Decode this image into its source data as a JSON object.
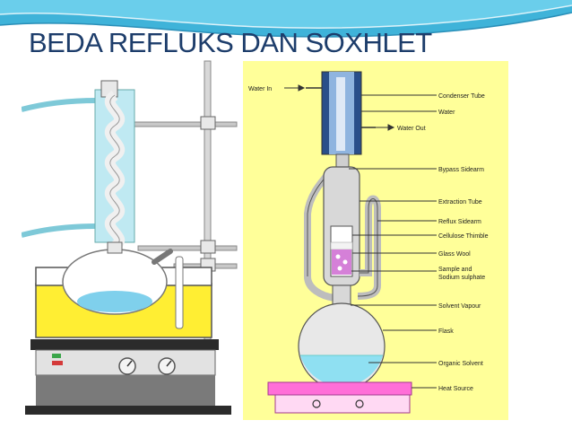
{
  "slide": {
    "title": "BEDA REFLUKS DAN SOXHLET",
    "colors": {
      "accent": "#1d3d6b",
      "header_wave": "#3fb3d9",
      "right_panel": "#ffff99",
      "oil_bath": "#ffee33"
    }
  },
  "reflux_figure": {
    "icons": [
      "condenser-icon",
      "round-flask-icon",
      "thermometer-icon",
      "clamp-stand-icon",
      "hot-plate-icon",
      "dial-knob-icon"
    ]
  },
  "soxhlet_figure": {
    "labels": {
      "water_in": "Water In",
      "water_out": "Water Out",
      "condenser_tube": "Condenser Tube",
      "water": "Water",
      "bypass_sidearm": "Bypass Sidearm",
      "extraction_tube": "Extraction Tube",
      "reflux_sidearm": "Reflux Sidearm",
      "cellulose_thimble": "Cellulose Thimble",
      "glass_wool": "Glass Wool",
      "sample_line1": "Sample and",
      "sample_line2": "Sodium sulphate",
      "solvent_vapour": "Solvent Vapour",
      "flask": "Flask",
      "organic_solvent": "Organic Solvent",
      "heat_source": "Heat Source"
    }
  }
}
